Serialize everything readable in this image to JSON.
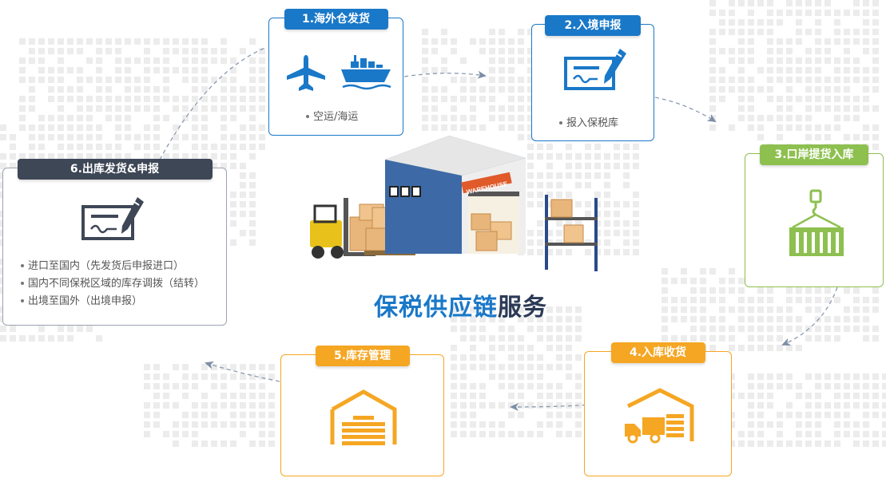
{
  "colors": {
    "blue": "#1a78c8",
    "green": "#8dc04f",
    "orange": "#f5a623",
    "slate": "#3e4756",
    "map_dots": "#ececec",
    "flow_dash": "#8a9bb0"
  },
  "headline": {
    "part_a": "保税供应链",
    "part_b": "服务"
  },
  "warehouse_sign": "WAREHOUSE",
  "steps": [
    {
      "title": "1.海外仓发货",
      "icons": [
        "airplane-icon",
        "cargo-ship-icon"
      ],
      "bullets": [
        "空运/海运"
      ]
    },
    {
      "title": "2.入境申报",
      "icons": [
        "document-pen-icon"
      ],
      "bullets": [
        "报入保税库"
      ]
    },
    {
      "title": "3.口岸提货入库",
      "icons": [
        "crane-container-icon"
      ],
      "bullets": []
    },
    {
      "title": "4.入库收货",
      "icons": [
        "truck-warehouse-icon"
      ],
      "bullets": []
    },
    {
      "title": "5.库存管理",
      "icons": [
        "warehouse-stock-icon"
      ],
      "bullets": []
    },
    {
      "title": "6.出库发货&申报",
      "icons": [
        "document-pen-icon"
      ],
      "bullets": [
        "进口至国内（先发货后申报进口）",
        "国内不同保税区域的库存调拨（结转）",
        "出境至国外（出境申报）"
      ]
    }
  ]
}
